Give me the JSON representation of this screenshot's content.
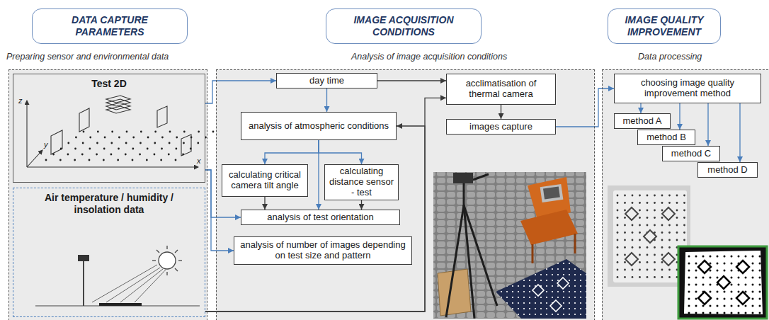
{
  "diagram": {
    "nodes": [
      {
        "text": [
          "DATA CAPTURE PARAMETERS"
        ]
      },
      {
        "text": [
          "Preparing sensor and environmental data"
        ]
      },
      {
        "text": [
          "Test 2D"
        ],
        "in": 1
      },
      {
        "text": [
          "Air temperature / humidity / insolation data"
        ],
        "in": 1
      },
      {
        "text": [
          "IMAGE ACQUISITION CONDITIONS"
        ]
      },
      {
        "text": [
          "Analysis of image acquisition conditions"
        ]
      },
      {
        "text": [
          "day time"
        ],
        "in": 5
      },
      {
        "text": [
          "analysis of atmospheric conditions"
        ],
        "in": 5
      },
      {
        "text": [
          "calculating critical camera tilt angle"
        ],
        "in": 5
      },
      {
        "text": [
          "calculating distance sensor - test"
        ],
        "in": 5
      },
      {
        "text": [
          "analysis of test orientation"
        ],
        "in": 5
      },
      {
        "text": [
          "analysis of number of images depending on test size and pattern"
        ],
        "in": 5
      },
      {
        "text": [
          "acclimatisation of thermal camera"
        ],
        "in": 5
      },
      {
        "text": [
          "images capture"
        ],
        "in": 5
      },
      {
        "text": [
          "IMAGE QUALITY IMPROVEMENT"
        ]
      },
      {
        "text": [
          "Data processing"
        ]
      },
      {
        "text": [
          "choosing image quality improvement method"
        ],
        "in": 15
      },
      {
        "text": [
          "method A"
        ],
        "in": 15
      },
      {
        "text": [
          "method B"
        ],
        "in": 15
      },
      {
        "text": [
          "method C"
        ],
        "in": 15
      },
      {
        "text": [
          "method D"
        ],
        "in": 15
      }
    ],
    "edges": [
      {
        "from": 2,
        "to": 6,
        "arrow": "to"
      },
      {
        "from": 2,
        "to": 10,
        "arrow": "to"
      },
      {
        "from": 2,
        "to": 11,
        "arrow": "to"
      },
      {
        "from": 3,
        "to": 7,
        "arrow": "to"
      },
      {
        "from": 3,
        "to": 12,
        "arrow": "to"
      },
      {
        "from": 6,
        "to": 12,
        "arrow": "to"
      },
      {
        "from": 6,
        "to": 7,
        "arrow": "to"
      },
      {
        "from": 7,
        "to": 8,
        "arrow": "to"
      },
      {
        "from": 7,
        "to": 9,
        "arrow": "to"
      },
      {
        "from": 7,
        "to": 10,
        "arrow": "to"
      },
      {
        "from": 8,
        "to": 10,
        "arrow": "to"
      },
      {
        "from": 9,
        "to": 10,
        "arrow": "to"
      },
      {
        "from": 12,
        "to": 13,
        "arrow": "to"
      },
      {
        "from": 13,
        "to": 16,
        "arrow": "to"
      },
      {
        "from": 16,
        "to": 17,
        "arrow": "to"
      },
      {
        "from": 16,
        "to": 18,
        "arrow": "to"
      },
      {
        "from": 16,
        "to": 19,
        "arrow": "to"
      },
      {
        "from": 16,
        "to": 20,
        "arrow": "to"
      }
    ],
    "labels": [
      "z",
      "y",
      "x"
    ]
  }
}
